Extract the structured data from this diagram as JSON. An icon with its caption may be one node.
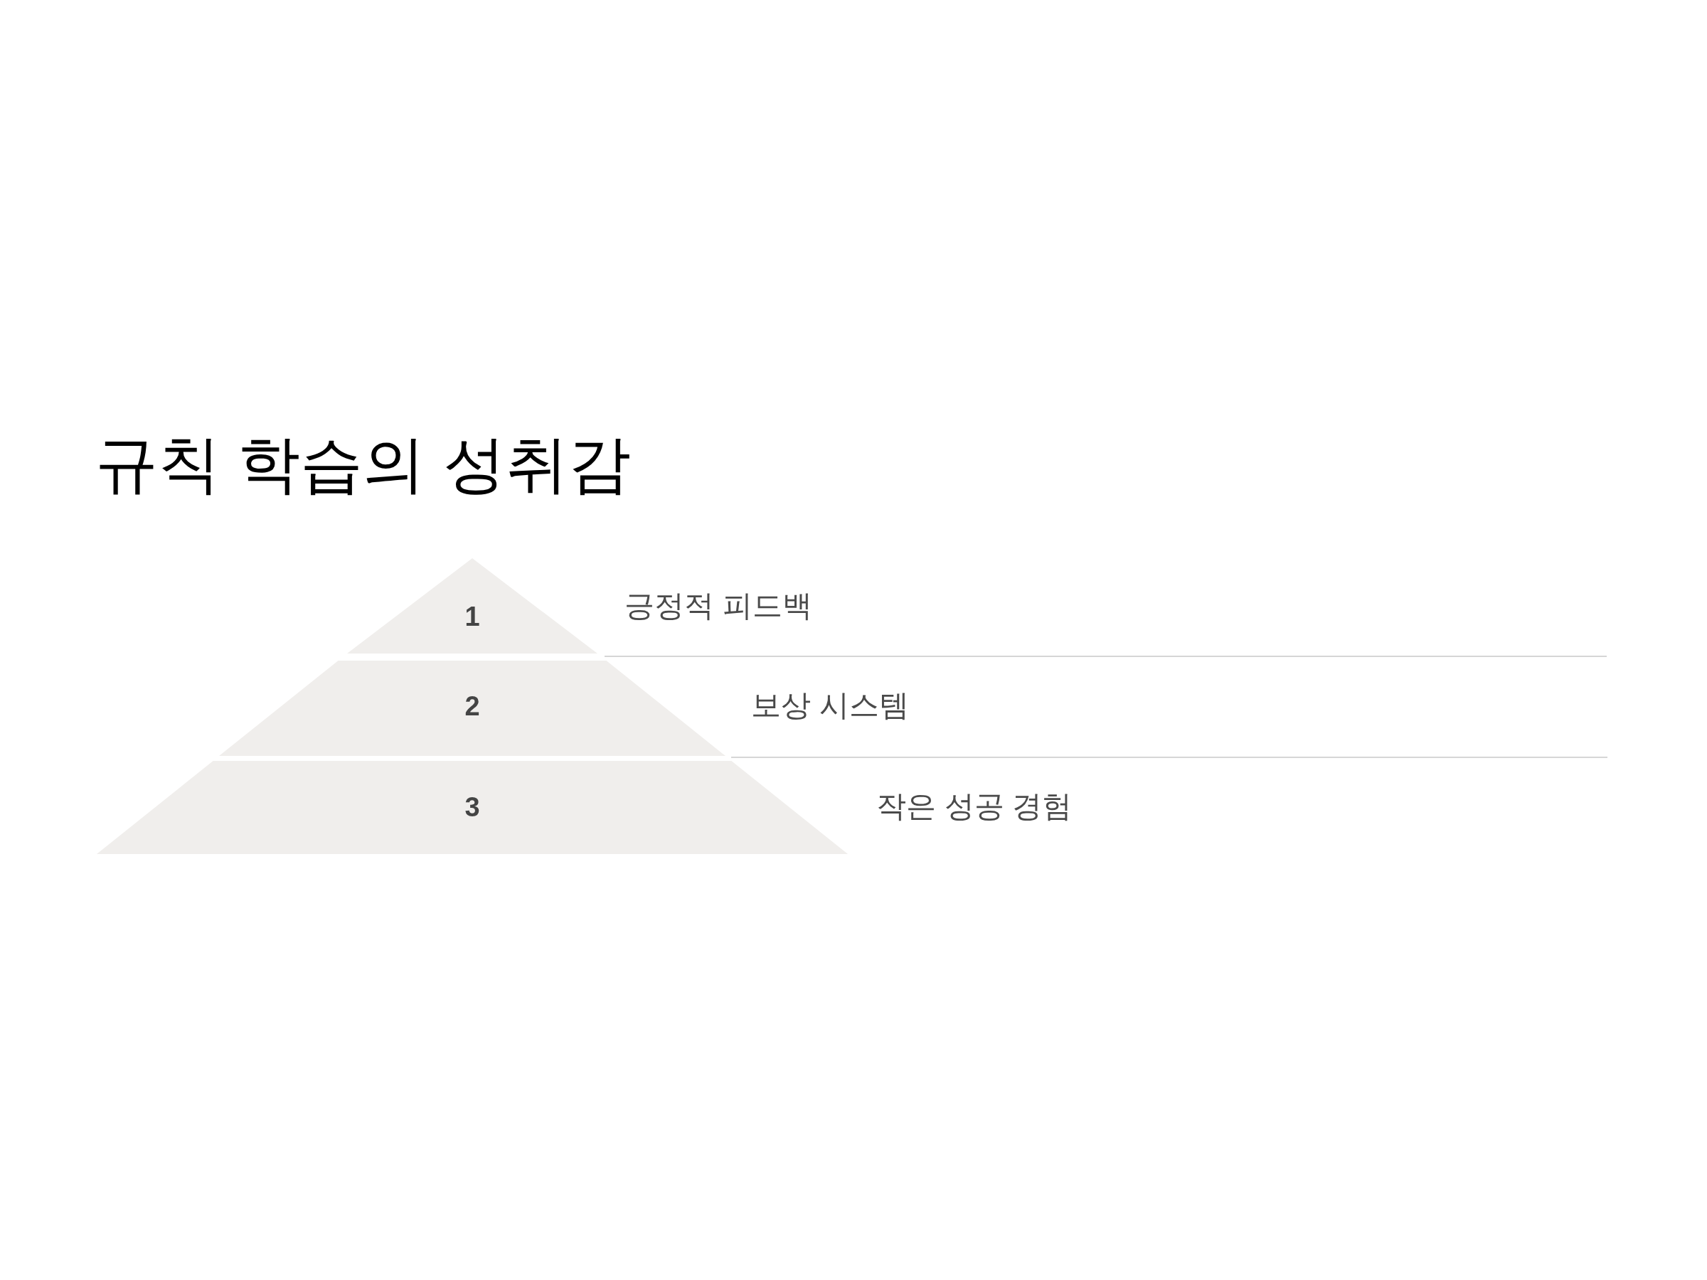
{
  "diagram": {
    "title": "규칙 학습의 성취감",
    "nodes": [
      {
        "text": [
          "1"
        ],
        "beside": [
          "긍정적 피드백"
        ]
      },
      {
        "text": [
          "2"
        ],
        "beside": [
          "보상 시스템"
        ]
      },
      {
        "text": [
          "3"
        ],
        "beside": [
          "작은 성공 경험"
        ]
      }
    ]
  }
}
